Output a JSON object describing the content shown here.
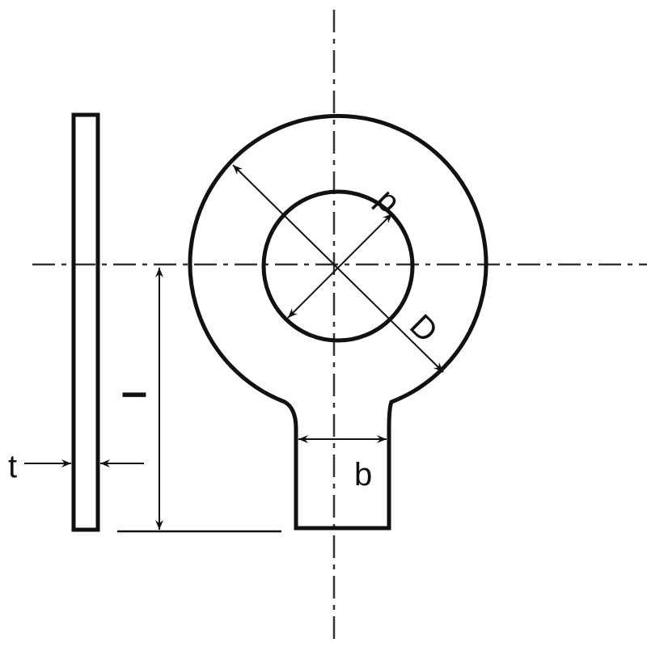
{
  "diagram": {
    "labels": {
      "inner_diameter": "d",
      "outer_diameter": "D",
      "length": "l",
      "thickness": "t",
      "tab_width": "b"
    },
    "colors": {
      "line": "#111111",
      "background": "#ffffff"
    }
  }
}
